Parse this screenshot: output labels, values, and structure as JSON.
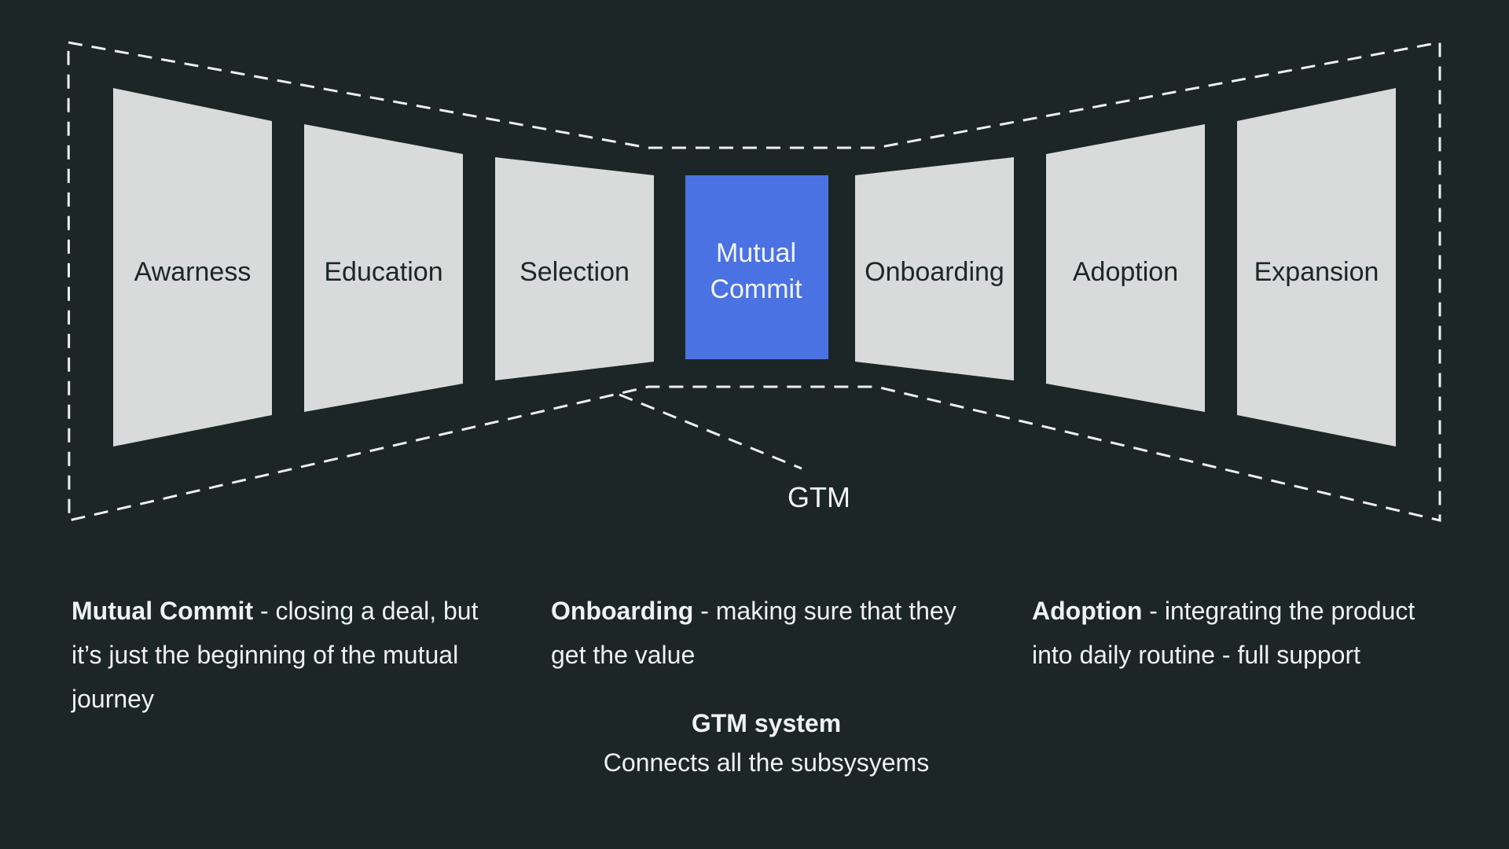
{
  "colors": {
    "background": "#1C2627",
    "panel_gray": "#D9DADA",
    "accent_blue": "#4B72E3",
    "dash_white": "#EDEFEF",
    "dark_text": "#1C2627",
    "light_text": "#EEF2F1"
  },
  "funnel": {
    "stages": [
      {
        "label": "Awarness",
        "highlighted": false
      },
      {
        "label": "Education",
        "highlighted": false
      },
      {
        "label": "Selection",
        "highlighted": false
      },
      {
        "label": "Mutual Commit",
        "line1": "Mutual",
        "line2": "Commit",
        "highlighted": true
      },
      {
        "label": "Onboarding",
        "highlighted": false
      },
      {
        "label": "Adoption",
        "highlighted": false
      },
      {
        "label": "Expansion",
        "highlighted": false
      }
    ],
    "gtm_label": "GTM"
  },
  "descriptions": [
    {
      "term": "Mutual Commit",
      "text": " - closing a deal, but it’s just the beginning of the mutual journey"
    },
    {
      "term": "Onboarding",
      "text": " - making sure that they get the value"
    },
    {
      "term": "Adoption",
      "text": " - integrating the product into daily routine - full support"
    }
  ],
  "gtm_system": {
    "title": "GTM system",
    "subtitle": "Connects all the subsysyems"
  }
}
